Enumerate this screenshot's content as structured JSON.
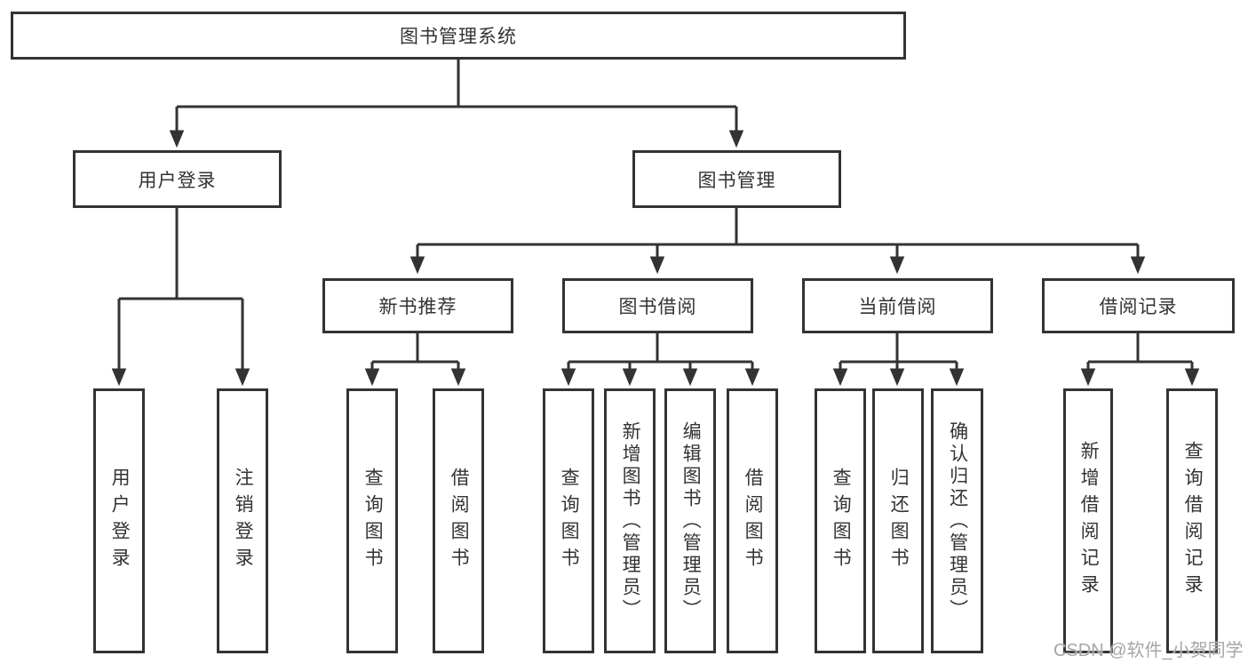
{
  "colors": {
    "line": "#333333",
    "text": "#333333",
    "bg": "#ffffff",
    "watermark": "#a6a6a6"
  },
  "watermark": "CSDN @软件_小贺同学",
  "tree": {
    "label": "图书管理系统",
    "children": [
      {
        "label": "用户登录",
        "children": [
          {
            "label": "用户登录"
          },
          {
            "label": "注销登录"
          }
        ]
      },
      {
        "label": "图书管理",
        "children": [
          {
            "label": "新书推荐",
            "children": [
              {
                "label": "查询图书"
              },
              {
                "label": "借阅图书"
              }
            ]
          },
          {
            "label": "图书借阅",
            "children": [
              {
                "label": "查询图书"
              },
              {
                "label": "新增图书（管理员）"
              },
              {
                "label": "编辑图书（管理员）"
              },
              {
                "label": "借阅图书"
              }
            ]
          },
          {
            "label": "当前借阅",
            "children": [
              {
                "label": "查询图书"
              },
              {
                "label": "归还图书"
              },
              {
                "label": "确认归还（管理员）"
              }
            ]
          },
          {
            "label": "借阅记录",
            "children": [
              {
                "label": "新增借阅记录"
              },
              {
                "label": "查询借阅记录"
              }
            ]
          }
        ]
      }
    ]
  }
}
